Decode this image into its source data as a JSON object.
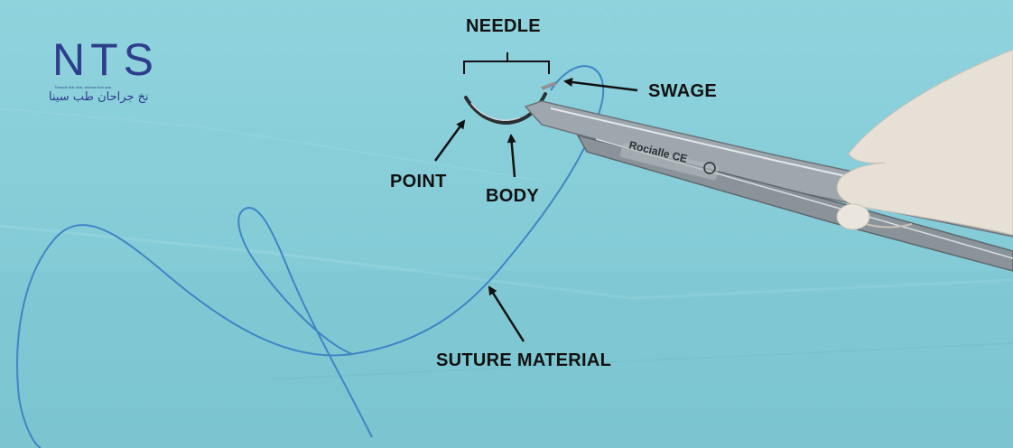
{
  "logo": {
    "letters": "NTS",
    "tagline": "Threads that heal, stitches that seal",
    "subtitle": "نخ جراحان طب سینا"
  },
  "labels": {
    "needle": "NEEDLE",
    "swage": "SWAGE",
    "point": "POINT",
    "body": "BODY",
    "suture_material": "SUTURE MATERIAL"
  },
  "instrument": {
    "brand_engraving": "Rocialle CE"
  },
  "colors": {
    "drape": "#86cdd8",
    "suture": "#3f86c4",
    "steel": "#a9b2b8",
    "glove": "#e8e2d8",
    "label_text": "#111111"
  }
}
